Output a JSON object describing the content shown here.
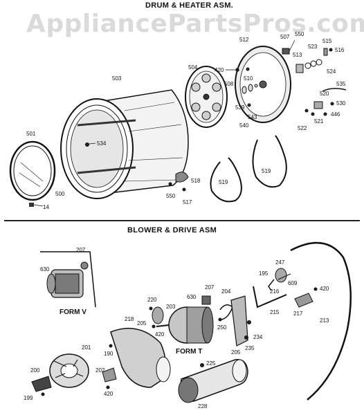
{
  "header": {
    "drum_title": "DRUM & HEATER ASM.",
    "blower_title": "BLOWER & DRIVE ASM",
    "watermark": "AppliancePartsPros.com"
  },
  "forms": {
    "form_v": "FORM V",
    "form_t": "FORM T"
  },
  "parts_top": [
    "501",
    "500",
    "14",
    "503",
    "534",
    "504",
    "508",
    "512",
    "507",
    "550",
    "513",
    "523",
    "515",
    "516",
    "420",
    "510",
    "539",
    "540",
    "543",
    "524",
    "535",
    "520",
    "530",
    "446",
    "521",
    "522",
    "518",
    "550",
    "517",
    "519",
    "519"
  ],
  "parts_bottom": [
    "207",
    "630",
    "220",
    "203",
    "205",
    "420",
    "630",
    "218",
    "190",
    "201",
    "200",
    "199",
    "202",
    "420",
    "207",
    "204",
    "250",
    "234",
    "235",
    "205",
    "225",
    "228",
    "247",
    "195",
    "216",
    "609",
    "215",
    "420",
    "217",
    "213"
  ]
}
